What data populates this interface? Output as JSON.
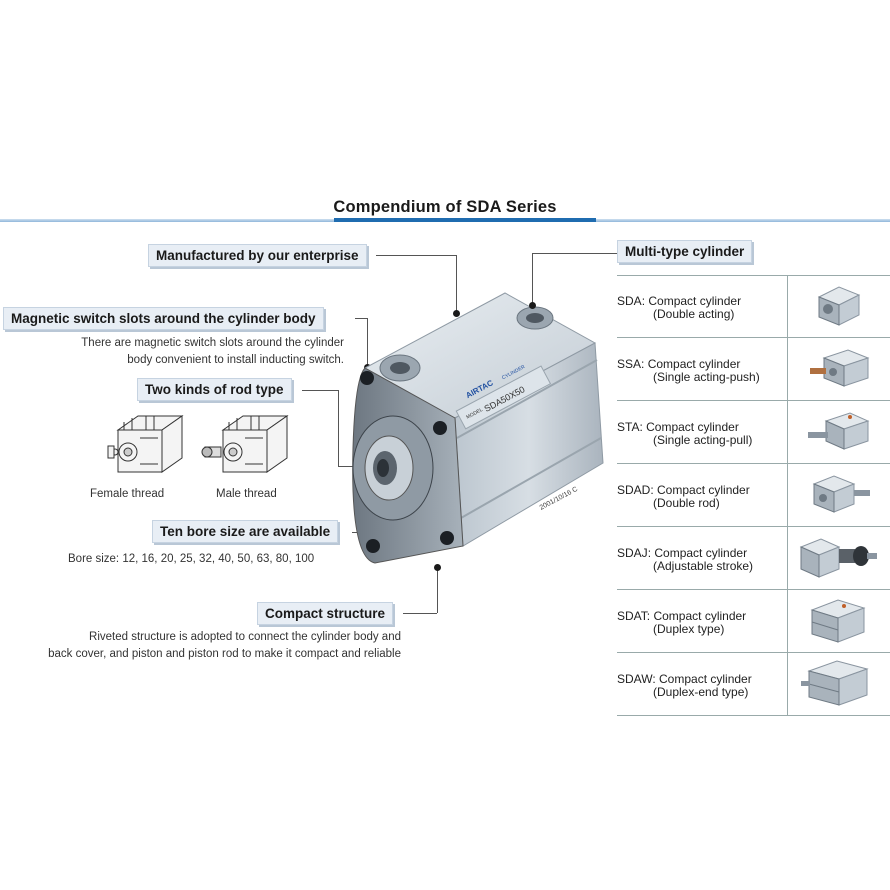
{
  "header": {
    "title": "Compendium of SDA Series"
  },
  "features": {
    "manufactured": {
      "label": "Manufactured by our enterprise"
    },
    "magnetic": {
      "label": "Magnetic switch slots around the cylinder body",
      "line1": "There are magnetic switch slots around the cylinder",
      "line2": "body convenient to install inducting switch."
    },
    "rod": {
      "label": "Two kinds of rod type",
      "female": "Female thread",
      "male": "Male thread"
    },
    "bore": {
      "label": "Ten bore size are available",
      "text": "Bore size: 12, 16, 20, 25, 32, 40, 50, 63, 80, 100"
    },
    "compact": {
      "label": "Compact structure",
      "line1": "Riveted structure is adopted to connect the cylinder body and",
      "line2": "back cover, and piston and piston rod to make it compact and reliable"
    }
  },
  "product": {
    "brand": "AIRTAC",
    "brand_sub": "CYLINDER",
    "model_prefix": "MODEL",
    "model": "SDA50X50",
    "date": "2001/10/16 C"
  },
  "multitype": {
    "label": "Multi-type cylinder",
    "rows": [
      {
        "code": "SDA",
        "name": "Compact cylinder",
        "sub": "(Double acting)"
      },
      {
        "code": "SSA",
        "name": "Compact cylinder",
        "sub": "(Single acting-push)"
      },
      {
        "code": "STA",
        "name": "Compact cylinder",
        "sub": "(Single acting-pull)"
      },
      {
        "code": "SDAD",
        "name": "Compact cylinder",
        "sub": "(Double rod)"
      },
      {
        "code": "SDAJ",
        "name": "Compact cylinder",
        "sub": "(Adjustable stroke)"
      },
      {
        "code": "SDAT",
        "name": "Compact cylinder",
        "sub": "(Duplex type)"
      },
      {
        "code": "SDAW",
        "name": "Compact cylinder",
        "sub": "(Duplex-end type)"
      }
    ]
  },
  "colors": {
    "accent": "#1f6cb0",
    "tag_bg": "#e8eef5",
    "metal": "#c9d2da"
  }
}
